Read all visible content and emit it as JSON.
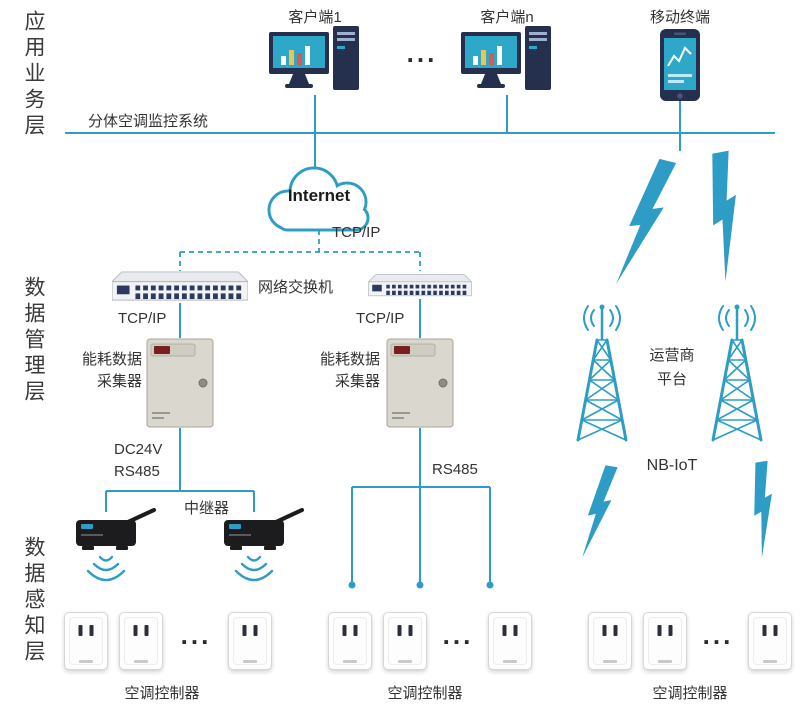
{
  "layer_labels": {
    "application": "应用业务层",
    "management": "数据管理层",
    "perception": "数据感知层"
  },
  "app_layer": {
    "client1": "客户端1",
    "client_n": "客户端n",
    "mobile": "移动终端",
    "ellipsis": "...",
    "system_name": "分体空调监控系统"
  },
  "data_layer": {
    "internet": "Internet",
    "tcpip_internet": "TCP/IP",
    "switch_name": "网络交换机",
    "tcpip_switch_left": "TCP/IP",
    "tcpip_switch_right": "TCP/IP",
    "collector_left_line1": "能耗数据",
    "collector_left_line2": "采集器",
    "collector_right_line1": "能耗数据",
    "collector_right_line2": "采集器",
    "dc24v": "DC24V",
    "rs485_left": "RS485",
    "rs485_bus": "RS485",
    "repeater": "中继器",
    "carrier_line1": "运营商",
    "carrier_line2": "平台",
    "nbiot": "NB-IoT"
  },
  "sense_layer": {
    "controller_group1": "空调控制器",
    "controller_group2": "空调控制器",
    "controller_group3": "空调控制器",
    "ellipsis1": "...",
    "ellipsis2": "...",
    "ellipsis3": "..."
  },
  "colors": {
    "accent_teal": "#2d9dc5",
    "text": "#333333",
    "device_navy": "#25304e",
    "screen_teal": "#2ea8c9",
    "collector_beige": "#dad7ce",
    "repeater_black": "#1c1c1e"
  }
}
